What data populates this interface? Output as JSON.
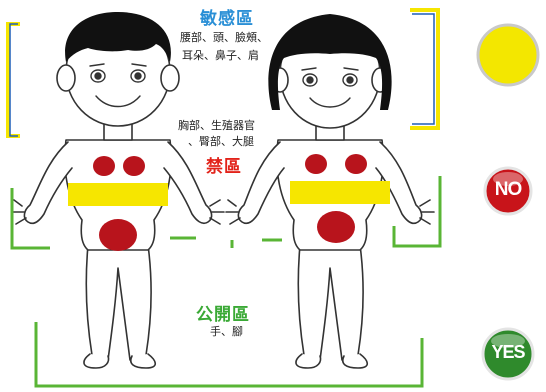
{
  "zones": {
    "sensitive": {
      "title": "敏感區",
      "line1": "腰部、頭、臉頰、",
      "line2": "耳朵、鼻子、肩"
    },
    "private": {
      "line1": "胸部、生殖器官",
      "line2": "、臀部、大腿",
      "title": "禁區"
    },
    "public": {
      "title": "公開區",
      "text": "手、腳"
    }
  },
  "legend": {
    "yellow_dot": {
      "color": "#f3e700",
      "meaning_zone": "sensitive"
    },
    "no_button": {
      "label": "NO",
      "color": "#c8141a"
    },
    "yes_button": {
      "label": "YES",
      "color": "#2f8a2c"
    }
  },
  "colors": {
    "sensitive_title": "#2a8fd6",
    "private_title": "#e2231a",
    "public_title": "#3aa935",
    "marker_yellow": "#f6e600",
    "marker_red": "#b8141c",
    "bracket_green": "#59b535",
    "bracket_blue": "#1f5fb8"
  },
  "figures": [
    "boy",
    "girl"
  ]
}
